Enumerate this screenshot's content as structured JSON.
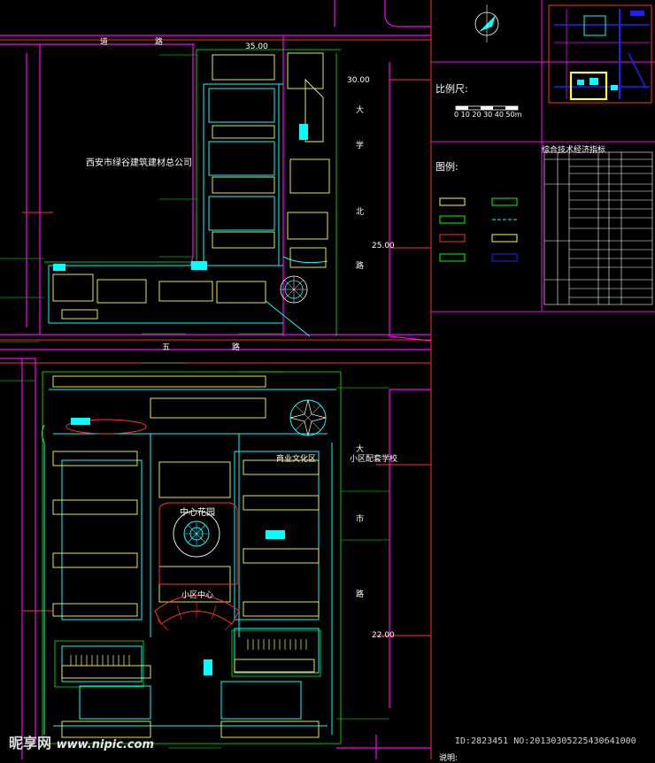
{
  "drawing": {
    "company_label": "西安市绿谷建筑建材总公司",
    "central_garden": "中心花园",
    "scale_label": "比例尺:",
    "scale_numbers": "0  10  20  30  40  50m",
    "legend_title": "图例:",
    "tech_table_title": "综合技术经济指标",
    "center_label_small": "小区中心",
    "school_label": "小区配套学校",
    "square_label": "商业文化区",
    "road_chars": {
      "top_road": "道",
      "top_road_2": "路",
      "right_road_1": "大",
      "right_road_2": "学",
      "right_road_3": "北",
      "right_road_4": "路",
      "right_road_lower_1": "大",
      "right_road_lower_2": "市",
      "right_road_lower_3": "路",
      "mid_road_1": "五",
      "mid_road_2": "路"
    },
    "dims": {
      "d1": "35.00",
      "d2": "25.00",
      "d3": "30.00",
      "d4": "22.00"
    }
  },
  "watermark": {
    "brand": "昵享网",
    "url": "www.nipic.com"
  },
  "image_id": "ID:2823451 NO:20130305225430641000",
  "note": "说明:",
  "colors": {
    "background": "#000000",
    "building": "#ffff3f",
    "road_cyan": "#00ffff",
    "green": "#00ff00",
    "magenta": "#ff00ff",
    "red": "#ff3030",
    "blue": "#2020ff",
    "white": "#ffffff"
  }
}
